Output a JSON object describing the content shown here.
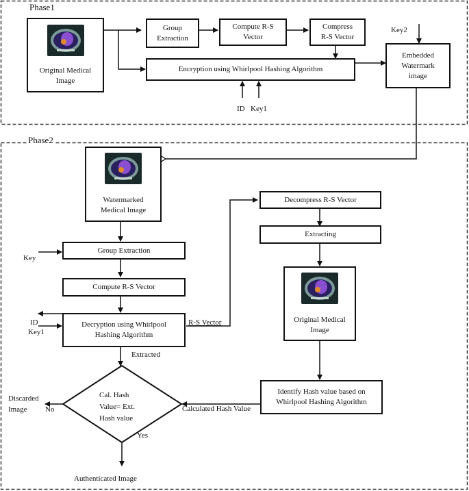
{
  "phase1": {
    "title": "Phase1",
    "original_image_label": [
      "Original Medical",
      "Image"
    ],
    "group_extraction": [
      "Group",
      "Extraction"
    ],
    "compute_rs": [
      "Compute R-S",
      "Vector"
    ],
    "compress_rs": [
      "Compress",
      "R-S Vector"
    ],
    "encryption": "Encryption using Whirlpool Hashing Algorithm",
    "inputs": {
      "id": "ID",
      "key1": "Key1",
      "key2": "Key2"
    },
    "embedded": [
      "Embedded",
      "Watermark",
      "image"
    ]
  },
  "phase2": {
    "title": "Phase2",
    "watermarked_label": [
      "Watermarked",
      "Medical Image"
    ],
    "group_extraction": "Group Extraction",
    "key_label": "Key",
    "compute_rs": "Compute R-S Vector",
    "decryption": [
      "Decryption using Whirlpool",
      "Hashing Algorithm"
    ],
    "id_label": "ID",
    "key1_label": "Key1",
    "rs_vector_label": "R-S Vector",
    "extracted_label": "Extracted",
    "decompress": "Decompress R-S Vector",
    "extracting": "Extracting",
    "original_label": [
      "Original Medical",
      "Image"
    ],
    "identify_hash": [
      "Identify Hash value based on",
      "Whirlpool Hashing Algorithm"
    ],
    "calculated_hash_label": "Calculated Hash Value",
    "decision": [
      "Cal. Hash",
      "Value= Ext.",
      "Hash value"
    ],
    "no_label": "No",
    "yes_label": "Yes",
    "discarded": [
      "Discarded",
      "Image"
    ],
    "authenticated": "Authenticated Image"
  },
  "icons": {
    "medical_image": "ct-scan-thumbnail"
  },
  "colors": {
    "line": "#111111",
    "dash": "#333333",
    "scan_bg": "#1a2a2a",
    "scan_body": "#6a3fb0",
    "scan_hot": "#e08a2a"
  }
}
